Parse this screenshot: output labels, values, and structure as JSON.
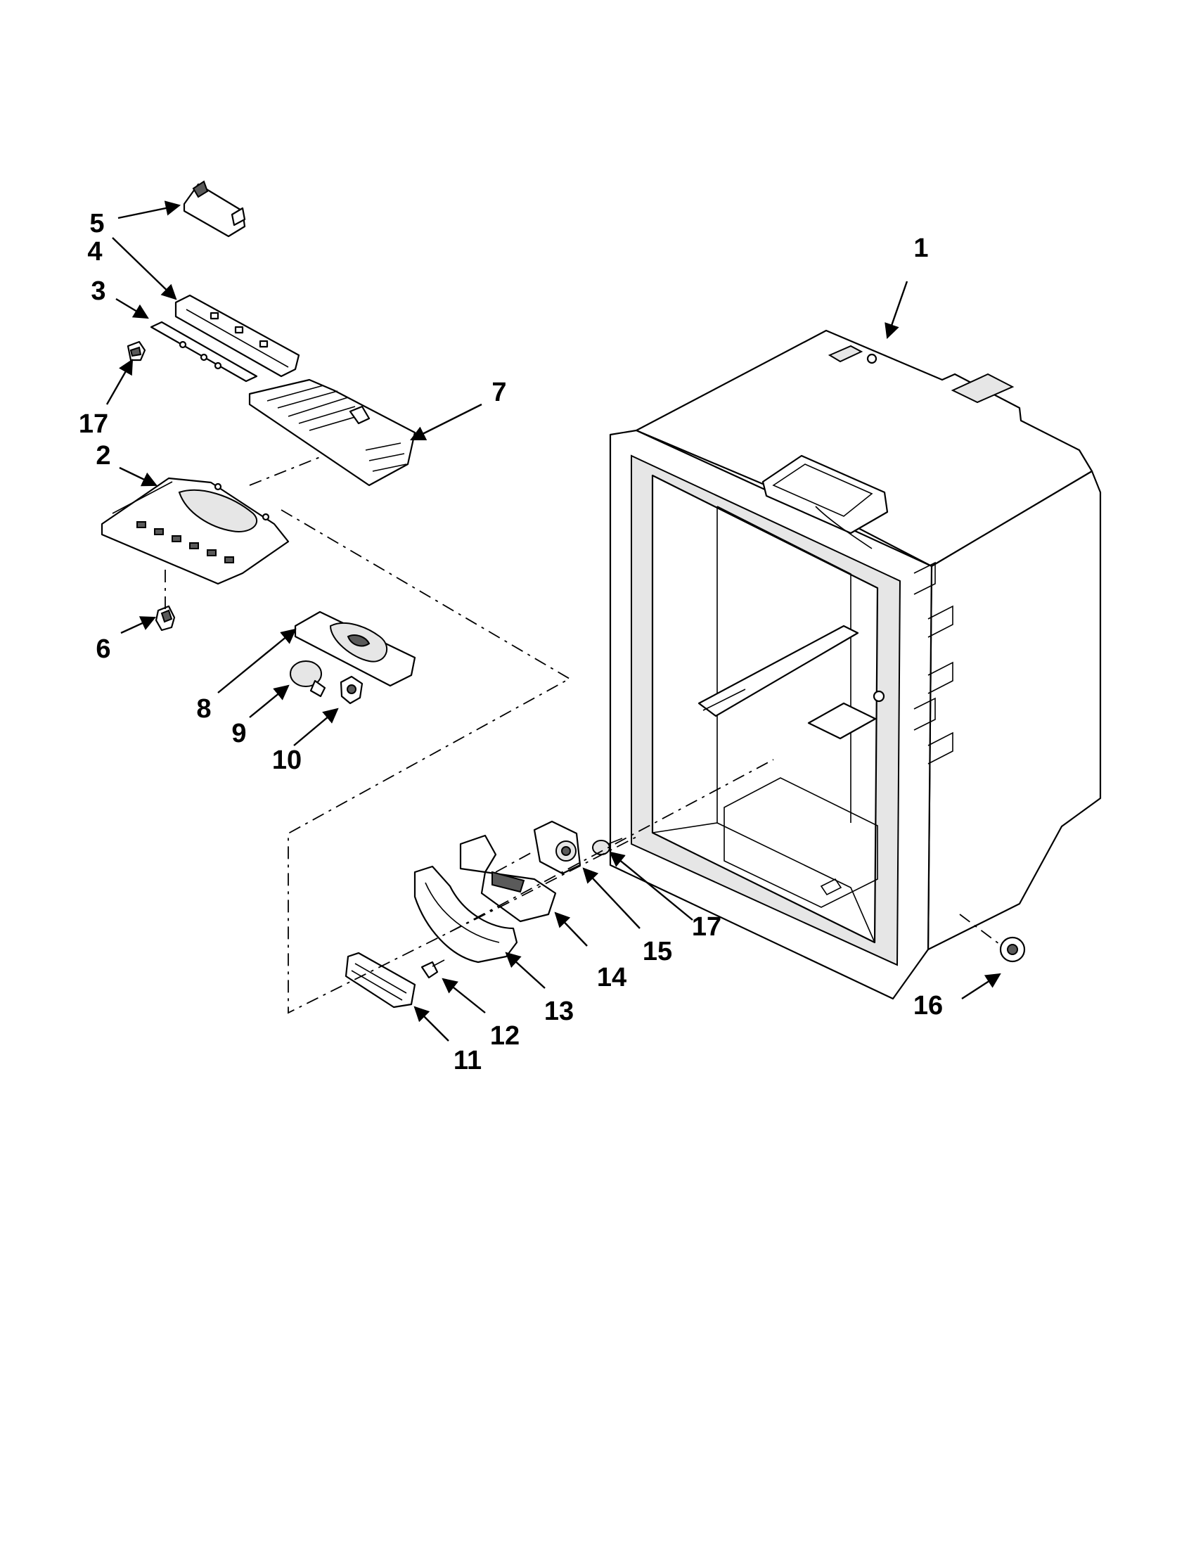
{
  "diagram": {
    "type": "exploded-parts-diagram",
    "callouts": [
      {
        "id": "1"
      },
      {
        "id": "2"
      },
      {
        "id": "3"
      },
      {
        "id": "4"
      },
      {
        "id": "5"
      },
      {
        "id": "6"
      },
      {
        "id": "7"
      },
      {
        "id": "8"
      },
      {
        "id": "9"
      },
      {
        "id": "10"
      },
      {
        "id": "11"
      },
      {
        "id": "12"
      },
      {
        "id": "13"
      },
      {
        "id": "14"
      },
      {
        "id": "15"
      },
      {
        "id": "16"
      },
      {
        "id": "17"
      },
      {
        "id": "17"
      }
    ]
  }
}
